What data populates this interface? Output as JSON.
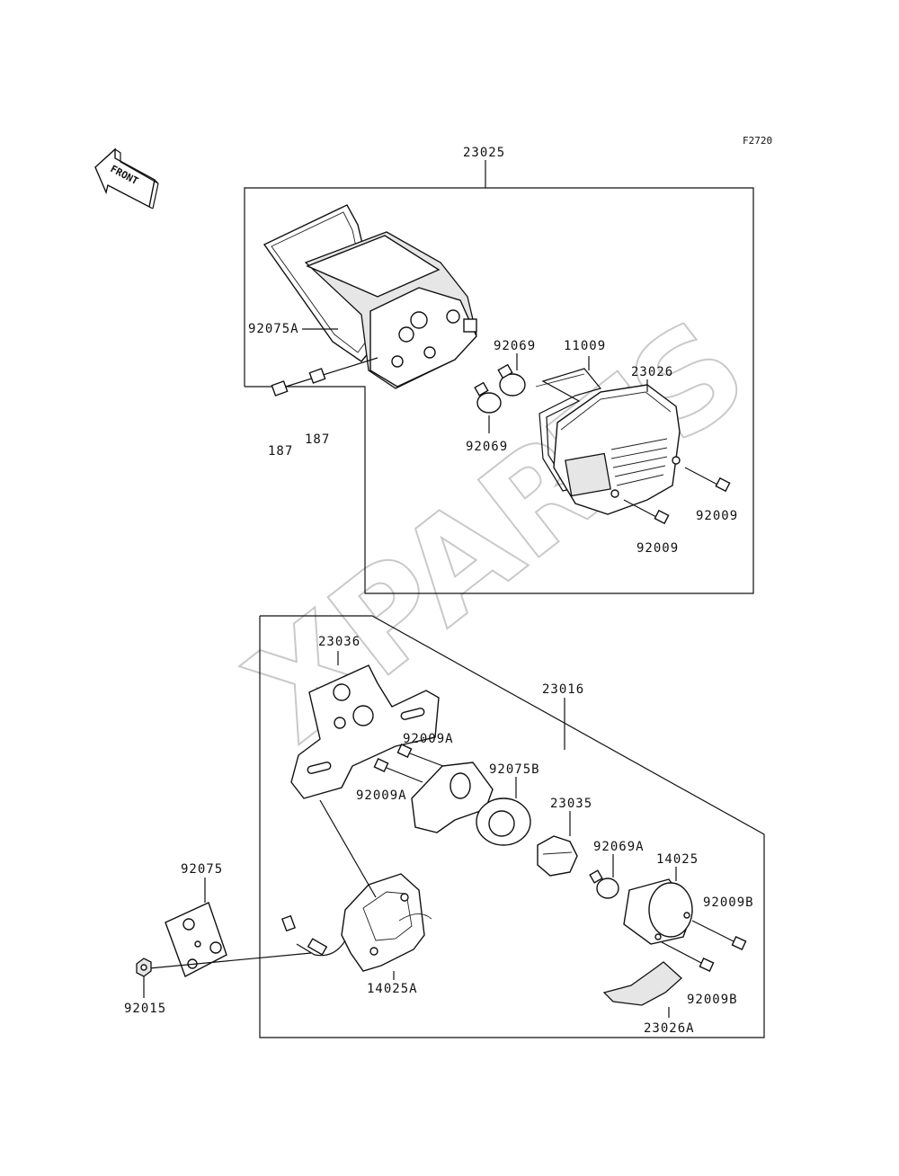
{
  "figure_code": "F2720",
  "watermark": "XPARTS",
  "front_label": "FRONT",
  "upper_group": {
    "assembly_ref": "23025",
    "callouts": {
      "lens_gasket": "92075A",
      "bulb_top": "92069",
      "bulb_bottom": "92069",
      "bracket_wire": "11009",
      "lamp_housing": "23026",
      "screw_right": "92009",
      "screw_bottom": "92009",
      "nut_left": "187",
      "nut_right": "187"
    }
  },
  "lower_group": {
    "assembly_ref": "23016",
    "callouts": {
      "plate_bracket": "23036",
      "screw_upper": "92009A",
      "screw_lower": "92009A",
      "socket_gasket": "92075B",
      "socket": "23035",
      "bulb": "92069A",
      "lens": "14025",
      "screw_right": "92009B",
      "screw_bottom": "92009B",
      "cover": "23026A",
      "lamp_body": "14025A",
      "plate": "92075",
      "nut": "92015"
    }
  }
}
